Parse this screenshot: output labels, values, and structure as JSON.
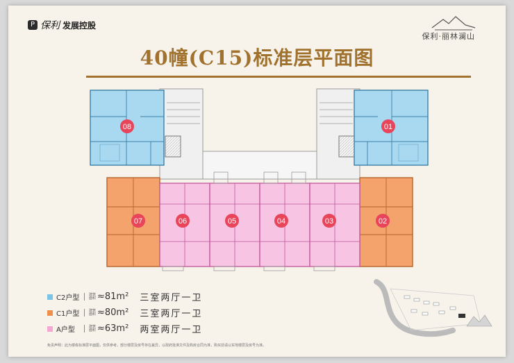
{
  "header": {
    "brand_script": "保利",
    "brand_name": "发展控股",
    "project_name": "保利·丽林澜山"
  },
  "title": "40幢(C15)标准层平面图",
  "units": [
    {
      "id": "01",
      "type": "C2"
    },
    {
      "id": "02",
      "type": "C1"
    },
    {
      "id": "03",
      "type": "A"
    },
    {
      "id": "04",
      "type": "A"
    },
    {
      "id": "05",
      "type": "A"
    },
    {
      "id": "06",
      "type": "A"
    },
    {
      "id": "07",
      "type": "C1"
    },
    {
      "id": "08",
      "type": "C2"
    }
  ],
  "legend": [
    {
      "type": "C2户型",
      "small_top": "建筑",
      "small_bottom": "面积",
      "area": "≈81m²",
      "desc": "三室两厅一卫",
      "color": "#7cc3e8"
    },
    {
      "type": "C1户型",
      "small_top": "建筑",
      "small_bottom": "面积",
      "area": "≈80m²",
      "desc": "三室两厅一卫",
      "color": "#ee8f4d"
    },
    {
      "type": "A户型",
      "small_top": "建筑",
      "small_bottom": "面积",
      "area": "≈63m²",
      "desc": "两室两厅一卫",
      "color": "#f3a8d4"
    }
  ],
  "colors": {
    "c2": "#a9d9f1",
    "c1": "#f3a36b",
    "a": "#f7c4e3",
    "title": "#a0722e",
    "marker": "#e8445a"
  },
  "disclaimer": "免责声明：此为楼栋标准层平面图，仅供参考，部分楼层及房号存在差异，以政府批准文件及购房合同为准，购买前请以实地楼层及房号为准。"
}
